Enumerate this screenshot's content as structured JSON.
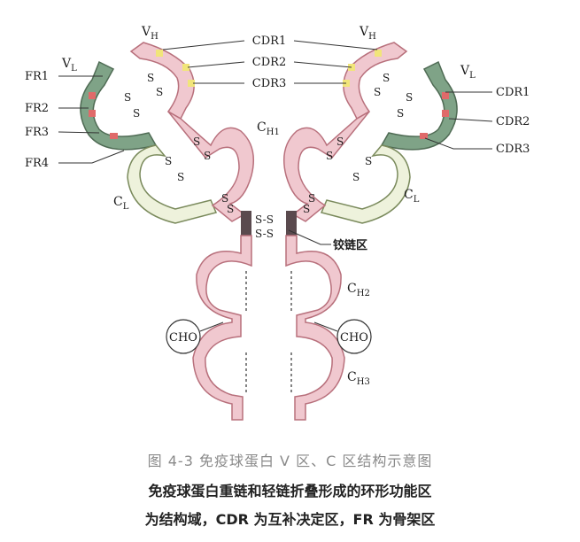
{
  "figure": {
    "labels": {
      "vh_left": "V",
      "vh_left_sub": "H",
      "vh_right": "V",
      "vh_right_sub": "H",
      "vl_left": "V",
      "vl_left_sub": "L",
      "vl_right": "V",
      "vl_right_sub": "L",
      "ch1": "C",
      "ch1_sub": "H1",
      "ch2": "C",
      "ch2_sub": "H2",
      "ch3": "C",
      "ch3_sub": "H3",
      "cl_left": "C",
      "cl_left_sub": "L",
      "cl_right": "C",
      "cl_right_sub": "L",
      "cdr1_top": "CDR1",
      "cdr2_top": "CDR2",
      "cdr3_top": "CDR3",
      "cdr1_right": "CDR1",
      "cdr2_right": "CDR2",
      "cdr3_right": "CDR3",
      "fr1": "FR1",
      "fr2": "FR2",
      "fr3": "FR3",
      "fr4": "FR4",
      "hinge": "铰链区",
      "cho_left": "CHO",
      "cho_right": "CHO",
      "ss": "S",
      "ss_pair": "S-S"
    },
    "colors": {
      "heavy_chain": "#f0c8cf",
      "heavy_chain_stroke": "#b8707c",
      "light_chain": "#eef2dc",
      "light_chain_stroke": "#7a8a5c",
      "framework": "#7fa387",
      "cdr_red": "#e06a6a",
      "cdr_yellow": "#f1e57a",
      "hinge": "#5a4a4e"
    }
  },
  "caption": {
    "line1": "图 4-3   免疫球蛋白 V 区、C 区结构示意图",
    "line2": "免疫球蛋白重链和轻链折叠形成的环形功能区",
    "line3": "为结构域，CDR 为互补决定区，FR 为骨架区"
  }
}
